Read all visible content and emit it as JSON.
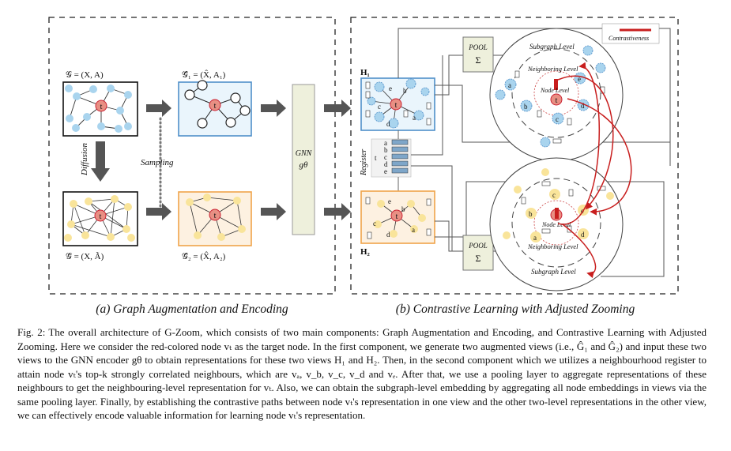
{
  "panel_a": {
    "title": "(a) Graph Augmentation and Encoding",
    "graph_orig": "𝒢 = (X, A)",
    "graph_diff": "𝒢̃ = (X, Ã)",
    "view1": "𝒢̂₁ = (X̂, A₁)",
    "view2": "𝒢̂₂ = (X̂, A₂)",
    "diffusion": "Diffusion",
    "sampling": "Sampling",
    "encoder_name": "GNN",
    "encoder_sym": "gθ",
    "target_label": "t"
  },
  "panel_b": {
    "title": "(b) Contrastive Learning with Adjusted Zooming",
    "h1": "H₁",
    "h2": "H₂",
    "register": "Register",
    "register_rows": [
      "a",
      "b",
      "c",
      "d",
      "e"
    ],
    "pool_label": "POOL",
    "pool_sym": "Σ",
    "subgraph_level": "Subgraph Level",
    "neighboring_level": "Neighboring Level",
    "node_level": "Node Level",
    "contrastiveness": "Contrastiveness",
    "neighbour_labels": [
      "a",
      "b",
      "c",
      "d",
      "e"
    ]
  },
  "caption": {
    "fig_label": "Fig. 2:",
    "text": "The overall architecture of G-Zoom, which consists of two main components: Graph Augmentation and Encoding, and Contrastive Learning with Adjusted Zooming. Here we consider the red-colored node vₜ as the target node. In the first component, we generate two augmented views (i.e., Ĝ₁ and Ĝ₂) and input these two views to the GNN encoder gθ to obtain representations for these two views H₁ and H₂. Then, in the second component which we utilizes a neighbourhood register to attain node vₜ's top-k strongly correlated neighbours, which are vₐ, v_b, v_c, v_d and vₑ. After that, we use a pooling layer to aggregate representations of these neighbours to get the neighbouring-level representation for vₜ. Also, we can obtain the subgraph-level embedding by aggregating all node embeddings in views via the same pooling layer. Finally, by establishing the contrastive paths between node vₜ's representation in one view and the other two-level representations in the other view, we can effectively encode valuable information for learning node vₜ's representation."
  },
  "colors": {
    "blue_node": "#a9d4ee",
    "yellow_node": "#f9e49a",
    "target_red": "#e88f83",
    "box_blue": "#4f8fc9",
    "box_orange": "#f0a44a",
    "gnn_fill": "#eef0dc",
    "pool_fill": "#eef0dc",
    "contrast_red": "#c81e1e"
  }
}
